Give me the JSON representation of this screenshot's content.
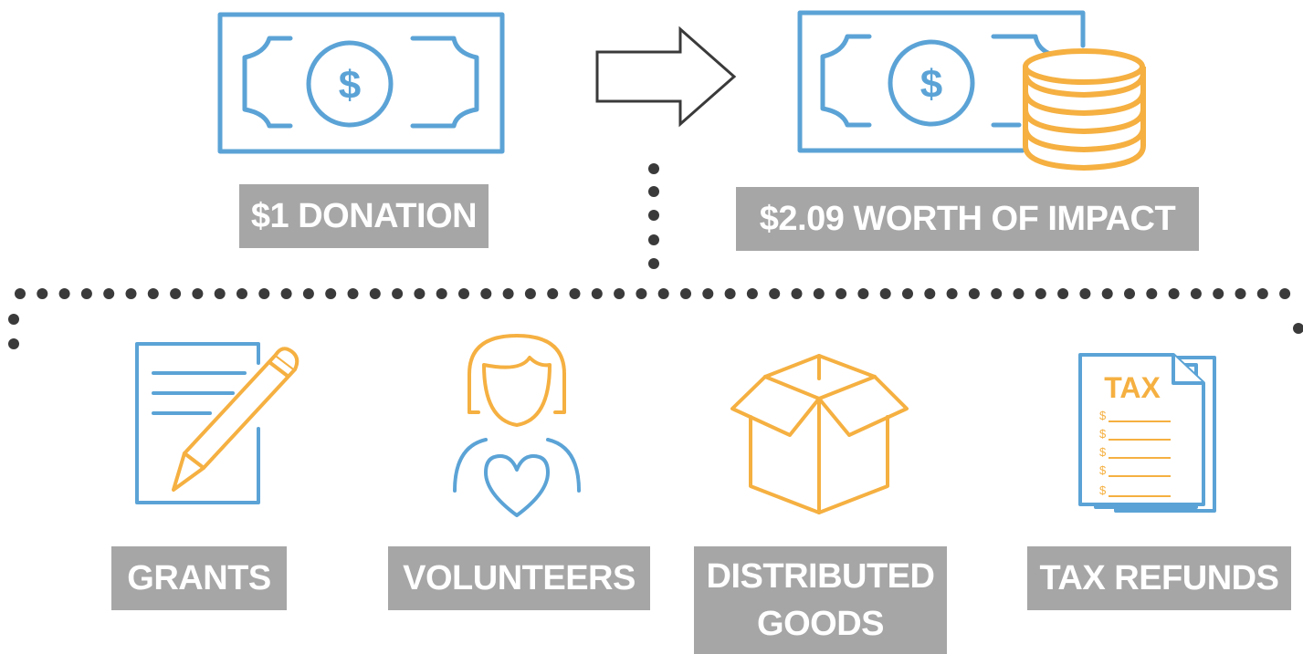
{
  "colors": {
    "blue": "#5ba3d6",
    "orange": "#f5b041",
    "label_bg": "#a6a6a6",
    "label_text": "#ffffff",
    "dots": "#3a3a3a",
    "arrow": "#3a3a3a"
  },
  "top": {
    "donation_label": "$1 DONATION",
    "impact_label": "$2.09 WORTH OF IMPACT",
    "bill_symbol": "$",
    "donation_icon": "dollar-bill-icon",
    "impact_icon": "dollar-bill-with-coins-icon",
    "arrow_icon": "right-arrow-icon"
  },
  "categories": [
    {
      "label": "GRANTS",
      "icon": "document-pencil-icon"
    },
    {
      "label": "VOLUNTEERS",
      "icon": "person-heart-icon"
    },
    {
      "label_line1": "DISTRIBUTED",
      "label_line2": "GOODS",
      "icon": "open-box-icon"
    },
    {
      "label": "TAX REFUNDS",
      "icon": "tax-form-icon"
    }
  ],
  "tax_form": {
    "title": "TAX",
    "line_symbol": "$"
  }
}
